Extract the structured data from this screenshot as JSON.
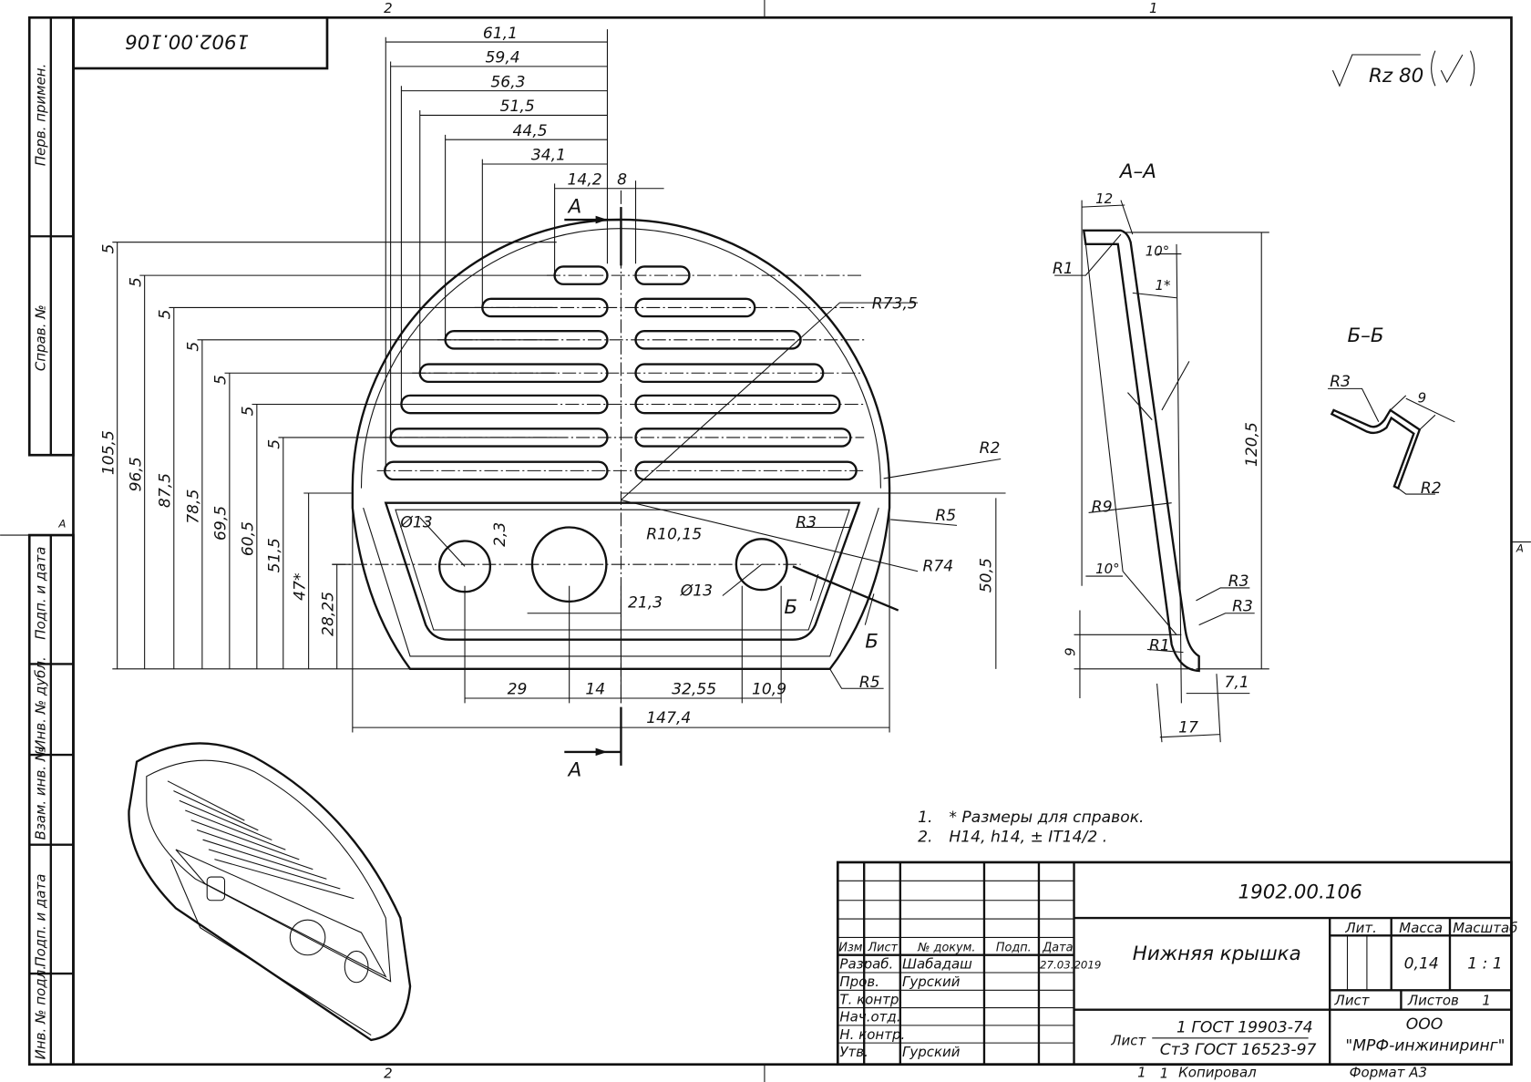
{
  "sheet": {
    "zones_top": [
      "2",
      "1"
    ],
    "zones_bottom": [
      "2",
      "1"
    ],
    "zone_side_left": "A",
    "zone_side_right": "A",
    "rotated_designation": "1902.00.106",
    "roughness": "Rz 80",
    "side_strip": [
      "Перв. примен.",
      "Справ. №",
      "Подп. и дата",
      "Инв. № дубл.",
      "Взам. инв. №",
      "Подп. и дата",
      "Инв. № подл."
    ]
  },
  "main_view": {
    "top_dims": [
      "61,1",
      "59,4",
      "56,3",
      "51,5",
      "44,5",
      "34,1",
      "14,2",
      "8"
    ],
    "left_dims": [
      "105,5",
      "96,5",
      "87,5",
      "78,5",
      "69,5",
      "60,5",
      "51,5",
      "47*",
      "28,25"
    ],
    "pitch": "5",
    "bottom_dims": [
      "29",
      "14",
      "32,55",
      "10,9",
      "147,4"
    ],
    "inner_dims": {
      "d13a": "Ø13",
      "d13b": "Ø13",
      "r10": "R10,15",
      "d21": "21,3",
      "d23": "2,3",
      "r735": "R73,5",
      "r2": "R2",
      "r3": "R3",
      "r5a": "R5",
      "r74": "R74",
      "h505": "50,5",
      "r5b": "R5"
    },
    "section_a_label": "А",
    "section_b_label": "Б"
  },
  "section_aa": {
    "title": "А–А",
    "dims": {
      "w12": "12",
      "a10t": "10°",
      "t1": "1*",
      "r1t": "R1",
      "h1205": "120,5",
      "r9": "R9",
      "a10b": "10°",
      "r3a": "R3",
      "r3b": "R3",
      "r1b": "R1",
      "h9": "9",
      "w71": "7,1",
      "w17": "17"
    }
  },
  "section_bb": {
    "title": "Б–Б",
    "dims": {
      "r3": "R3",
      "w9": "9",
      "r2": "R2"
    }
  },
  "notes": [
    {
      "num": "1.",
      "text": "* Размеры для справок."
    },
    {
      "num": "2.",
      "text": "H14, h14, ± IT14/2 ."
    }
  ],
  "title_block": {
    "designation": "1902.00.106",
    "part_name": "Нижняя крышка",
    "headers": {
      "izm": "Изм.",
      "list": "Лист",
      "doc": "№ докум.",
      "sign": "Подп.",
      "date": "Дата"
    },
    "roles": [
      {
        "role": "Разраб.",
        "name": "Шабадаш",
        "date": "27.03.2019"
      },
      {
        "role": "Пров.",
        "name": "Гурский",
        "date": ""
      },
      {
        "role": "Т. контр.",
        "name": "",
        "date": ""
      },
      {
        "role": "Нач.отд.",
        "name": "",
        "date": ""
      },
      {
        "role": "Н. контр.",
        "name": "",
        "date": ""
      },
      {
        "role": "Утв.",
        "name": "Гурский",
        "date": ""
      }
    ],
    "lit_label": "Лит.",
    "mass_label": "Масса",
    "scale_label": "Масштаб",
    "mass": "0,14",
    "scale": "1 : 1",
    "sheet_label": "Лист",
    "sheets_label": "Листов",
    "sheets": "1",
    "material_prefix": "Лист",
    "material_top": "1 ГОСТ 19903-74",
    "material_bottom": "Ст3 ГОСТ 16523-97",
    "company_line1": "ООО",
    "company_line2": "\"МРФ-инжиниринг\"",
    "copied_num": "1",
    "copied_label": "Копировал",
    "format_label": "Формат А3"
  }
}
